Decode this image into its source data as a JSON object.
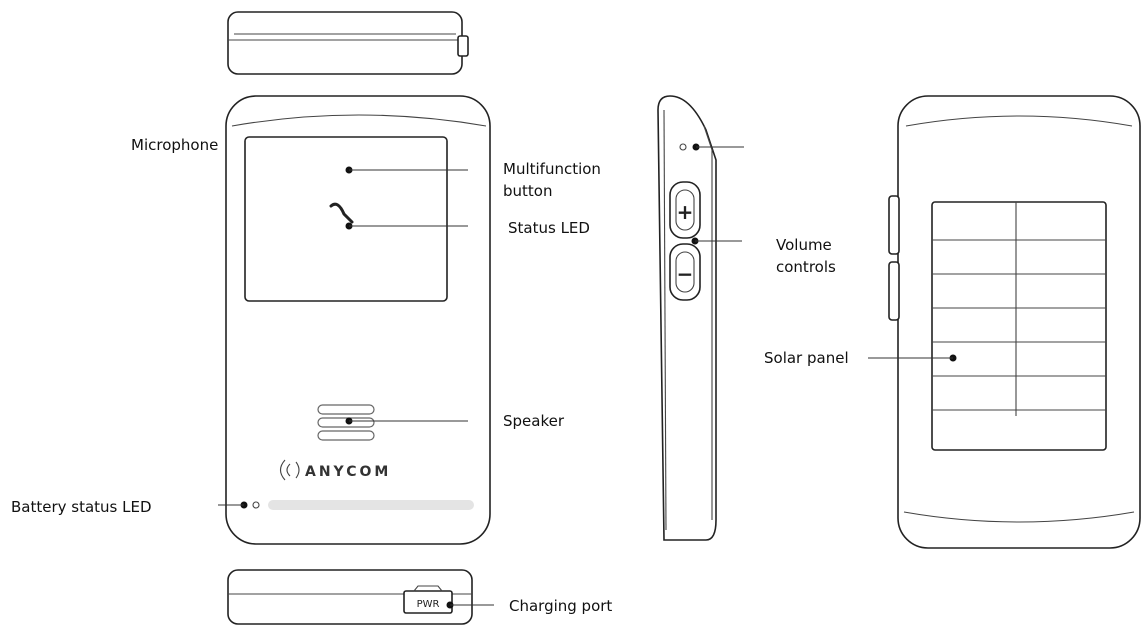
{
  "labels": {
    "microphone": "Microphone",
    "multifunction_line1": "Multifunction",
    "multifunction_line2": "button",
    "status_led": "Status LED",
    "volume_line1": "Volume",
    "volume_line2": "controls",
    "solar_panel": "Solar panel",
    "speaker": "Speaker",
    "battery_led": "Battery status LED",
    "charging_port": "Charging port"
  },
  "device": {
    "brand": "ANYCOM",
    "plus_symbol": "+",
    "minus_symbol": "−",
    "port_text": "PWR"
  },
  "colors": {
    "outline": "#222222",
    "leader_line": "#333333",
    "text": "#111111"
  },
  "icons": [
    "phone-handset-icon",
    "wireless-signal-icon"
  ]
}
